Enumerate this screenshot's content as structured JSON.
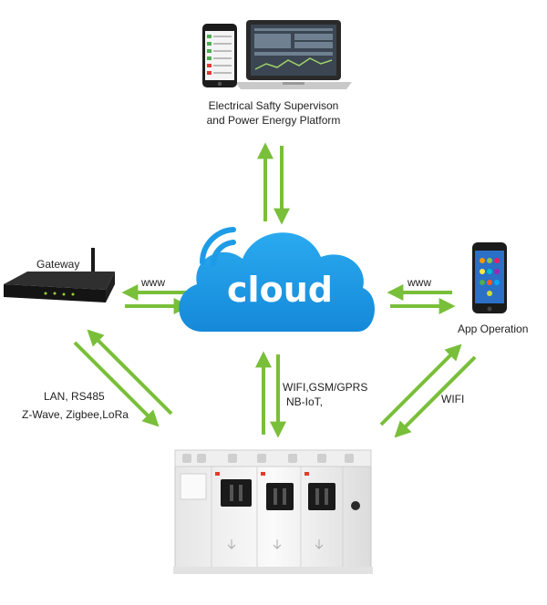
{
  "platform": {
    "title_line1": "Electrical Safty Supervison",
    "title_line2": "and Power Energy Platform"
  },
  "cloud": {
    "label": "cloud",
    "color": "#1e9be6"
  },
  "gateway": {
    "label": "Gateway"
  },
  "app": {
    "label": "App Operation"
  },
  "links": {
    "gateway_cloud": "www",
    "app_cloud": "www",
    "gateway_device": [
      "LAN, RS485",
      "Z-Wave, Zigbee,LoRa"
    ],
    "cloud_device": [
      "WIFI,GSM/GPRS",
      "NB-IoT,"
    ],
    "app_device": "WIFI"
  },
  "colors": {
    "arrow": "#79bf3a",
    "device_accent": "#e63a2a"
  }
}
